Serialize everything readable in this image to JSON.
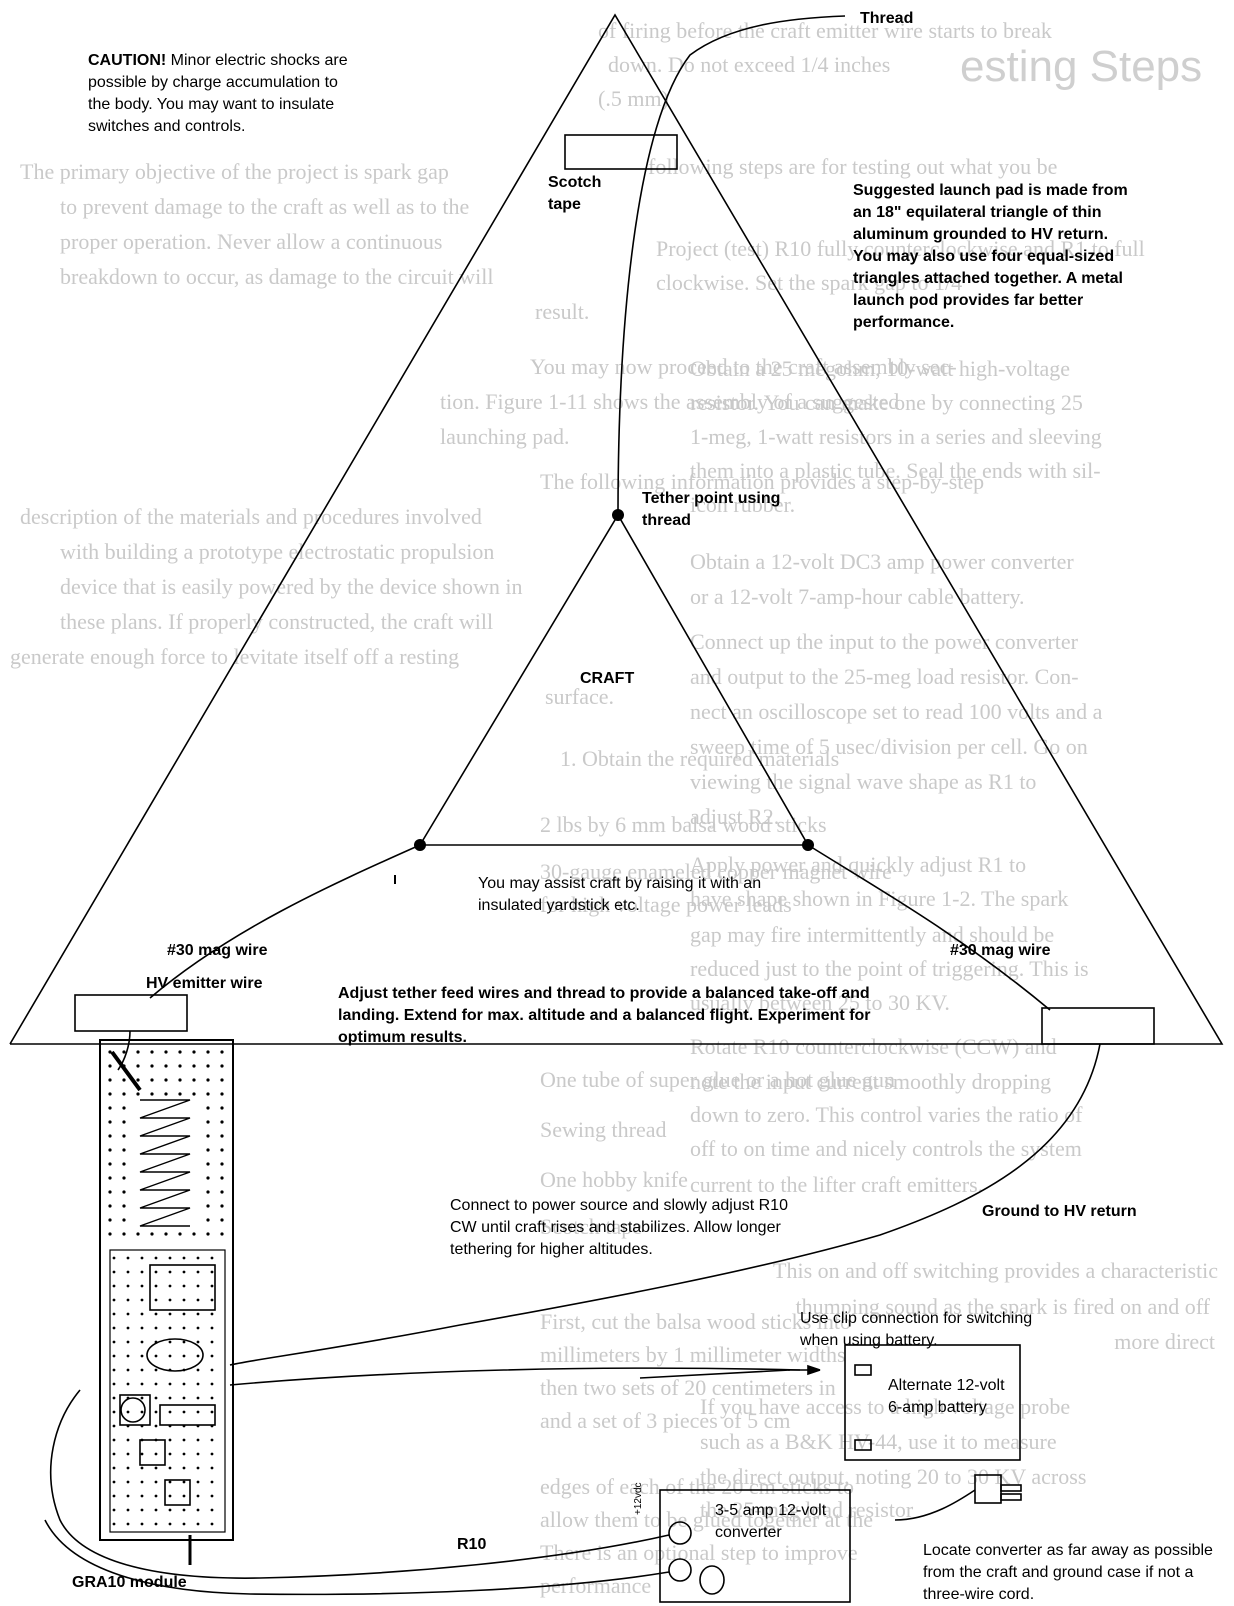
{
  "background_text": [
    "of firing before the craft emitter wire starts to break",
    "down. Do not exceed 1/4 inches",
    "(.5 mm)",
    "esting Steps",
    "following steps are for testing out what you be",
    "The primary objective of the project is spark gap",
    "to prevent damage to the craft as well as to the",
    "Project (test) R10 fully counterclockwise and R1 to full",
    "clockwise. Set the spark gap to 1/4",
    "proper operation. Never allow a continuous",
    "breakdown to occur, as damage to the circuit will",
    "result.",
    "Obtain a 25 megohm, 10-watt high-voltage",
    "resistor. You can make one by connecting 25",
    "You may now proceed to the craft assembly sec-",
    "tion. Figure 1-11 shows the assembly of a suggested",
    "launching pad.",
    "1-meg, 1-watt resistors in a series and sleeving",
    "them into a plastic tube. Seal the ends with sil-",
    "icon rubber.",
    "The following information provides a step-by-step",
    "description of the materials and procedures involved",
    "with building a prototype electrostatic propulsion",
    "device that is easily powered by the device shown in",
    "these plans. If properly constructed, the craft will",
    "generate enough force to levitate itself off a resting",
    "surface.",
    "Obtain a 12-volt DC3 amp power converter",
    "or a 12-volt 7-amp-hour cable battery.",
    "Connect up the input to the power converter",
    "and output to the 25-meg load resistor. Con-",
    "nect an oscilloscope set to read 100 volts and a",
    "sweep time of 5 usec/division per cell. Go on",
    "viewing the signal wave shape as R1 to",
    "adjust R2.",
    "1. Obtain the required materials",
    "2 lbs by 6 mm balsa wood sticks",
    "30-gauge enameled copper magnet wire",
    "for high voltage power leads",
    "Apply power and quickly adjust R1 to",
    "have shape shown in Figure 1-2. The spark",
    "gap may fire intermittently and should be",
    "reduced just to the point of triggering. This is",
    "usually between 25 to 30 KV.",
    "Rotate R10 counterclockwise (CCW) and",
    "note the input current smoothly dropping",
    "down to zero. This control varies the ratio of",
    "off to on time and nicely controls the system",
    "current to the lifter craft emitters.",
    "One tube of super glue or a hot glue gun",
    "Sewing thread",
    "One hobby knife",
    "Scotch tape",
    "This on and off switching provides a characteristic",
    "thumping sound as the spark is fired on and off",
    "more direct",
    "First, cut the balsa wood sticks into",
    "millimeters by 1 millimeter widths",
    "then two sets of 20 centimeters in",
    "and a set of 3 pieces of 5 cm",
    "If you have access to a high voltage probe",
    "such as a B&K HV-44, use it to measure",
    "the direct output, noting 20 to 30 KV across",
    "the 25-meg load resistor",
    "edges of each of the 20 cm sticks to",
    "allow them to be glued together at the",
    "There is an optional step to improve",
    "performance"
  ],
  "labels": {
    "thread": "Thread",
    "caution_title": "CAUTION!",
    "caution_text": " Minor electric shocks are possible by charge accumulation to the body.  You may want to insulate switches and controls.",
    "scotch_tape": "Scotch tape",
    "launch_pad_note": "Suggested launch pad is made from an 18\" equilateral triangle of thin aluminum grounded to HV return. You may also use four equal-sized triangles attached together. A metal launch pod provides far better performance.",
    "tether_point": "Tether point using thread",
    "craft": "CRAFT",
    "assist_note": "You may assist craft by raising it with an insulated yardstick etc.",
    "mag_wire_left": "#30 mag wire",
    "mag_wire_right": "#30 mag wire",
    "hv_emitter": "HV emitter wire",
    "adjust_note": "Adjust tether feed wires and thread to provide a balanced take-off and landing.  Extend for max. altitude and a balanced flight. Experiment for optimum results.",
    "connect_note": "Connect to power source and slowly adjust R10 CW until craft rises and stabilizes. Allow longer tethering for higher altitudes.",
    "ground_return": "Ground to HV return",
    "clip_note": "Use clip connection for switching when using battery.",
    "battery": "Alternate 12-volt 6-amp battery",
    "converter": "3-5 amp 12-volt converter",
    "plus12": "+12vdc",
    "r10": "R10",
    "gra10": "GRA10 module",
    "locate_note": "Locate converter as far away as possible from the craft and ground case if not a three-wire cord."
  }
}
